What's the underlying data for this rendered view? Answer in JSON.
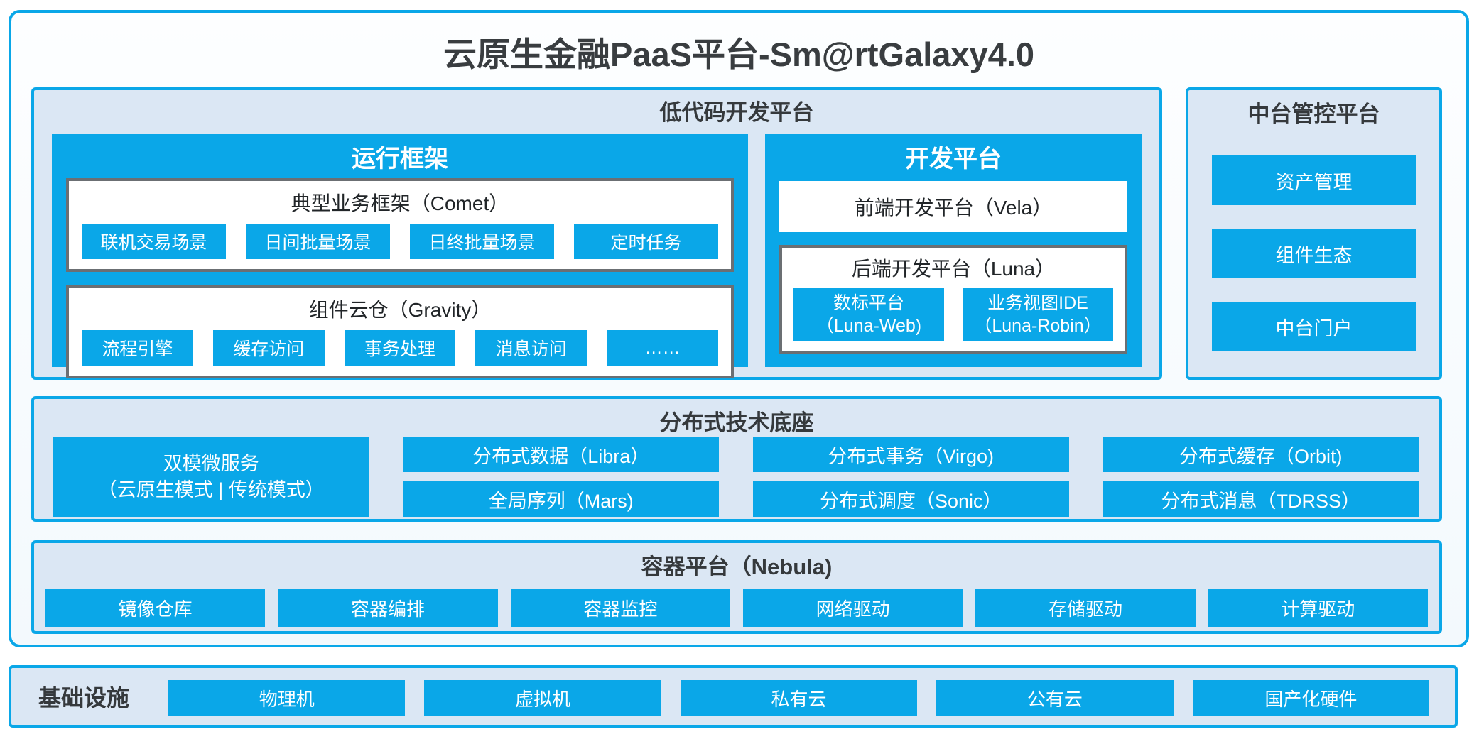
{
  "page": {
    "title": "云原生金融PaaS平台-Sm@rtGalaxy4.0"
  },
  "colors": {
    "accent_blue": "#0aa7e8",
    "panel_background": "#dbe7f4",
    "white_box_border_gray": "#6b6f73",
    "heading_text": "#35393c"
  },
  "lowcode": {
    "title": "低代码开发平台",
    "runtime": {
      "title": "运行框架",
      "comet": {
        "title": "典型业务框架（Comet）",
        "items": [
          "联机交易场景",
          "日间批量场景",
          "日终批量场景",
          "定时任务"
        ]
      },
      "gravity": {
        "title": "组件云仓（Gravity）",
        "items": [
          "流程引擎",
          "缓存访问",
          "事务处理",
          "消息访问",
          "……"
        ]
      }
    },
    "dev": {
      "title": "开发平台",
      "vela": "前端开发平台（Vela）",
      "luna": {
        "title": "后端开发平台（Luna）",
        "items": [
          {
            "line1": "数标平台",
            "line2": "（Luna-Web)"
          },
          {
            "line1": "业务视图IDE",
            "line2": "（Luna-Robin）"
          }
        ]
      }
    }
  },
  "governance": {
    "title": "中台管控平台",
    "items": [
      "资产管理",
      "组件生态",
      "中台门户"
    ]
  },
  "distributed": {
    "title": "分布式技术底座",
    "dual_mode": {
      "line1": "双模微服务",
      "line2": "（云原生模式 | 传统模式）"
    },
    "columns": [
      [
        "分布式数据（Libra）",
        "全局序列（Mars)"
      ],
      [
        "分布式事务（Virgo)",
        "分布式调度（Sonic）"
      ],
      [
        "分布式缓存（Orbit)",
        "分布式消息（TDRSS）"
      ]
    ]
  },
  "container": {
    "title": "容器平台（Nebula)",
    "items": [
      "镜像仓库",
      "容器编排",
      "容器监控",
      "网络驱动",
      "存储驱动",
      "计算驱动"
    ]
  },
  "infrastructure": {
    "title": "基础设施",
    "items": [
      "物理机",
      "虚拟机",
      "私有云",
      "公有云",
      "国产化硬件"
    ]
  }
}
